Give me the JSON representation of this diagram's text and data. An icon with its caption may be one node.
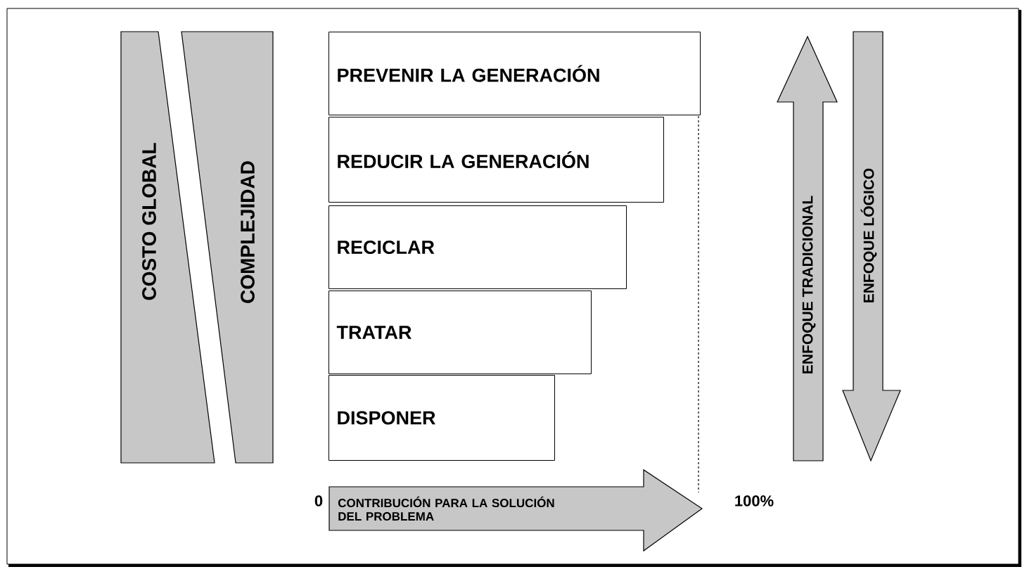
{
  "diagram": {
    "nodes": [
      {
        "text": [
          "COSTO GLOBAL"
        ]
      },
      {
        "text": [
          "COMPLEJIDAD"
        ]
      },
      {
        "text": [
          "PREVENIR LA GENERACIÓN"
        ]
      },
      {
        "text": [
          "REDUCIR LA GENERACIÓN"
        ]
      },
      {
        "text": [
          "RECICLAR"
        ]
      },
      {
        "text": [
          "TRATAR"
        ]
      },
      {
        "text": [
          "DISPONER"
        ]
      },
      {
        "text": [
          "ENFOQUE TRADICIONAL"
        ]
      },
      {
        "text": [
          "ENFOQUE LÓGICO"
        ]
      },
      {
        "text": [
          "CONTRIBUCIÓN PARA LA SOLUCIÓN DEL PROBLEMA"
        ]
      }
    ],
    "labels": [
      "0",
      "100%"
    ]
  }
}
